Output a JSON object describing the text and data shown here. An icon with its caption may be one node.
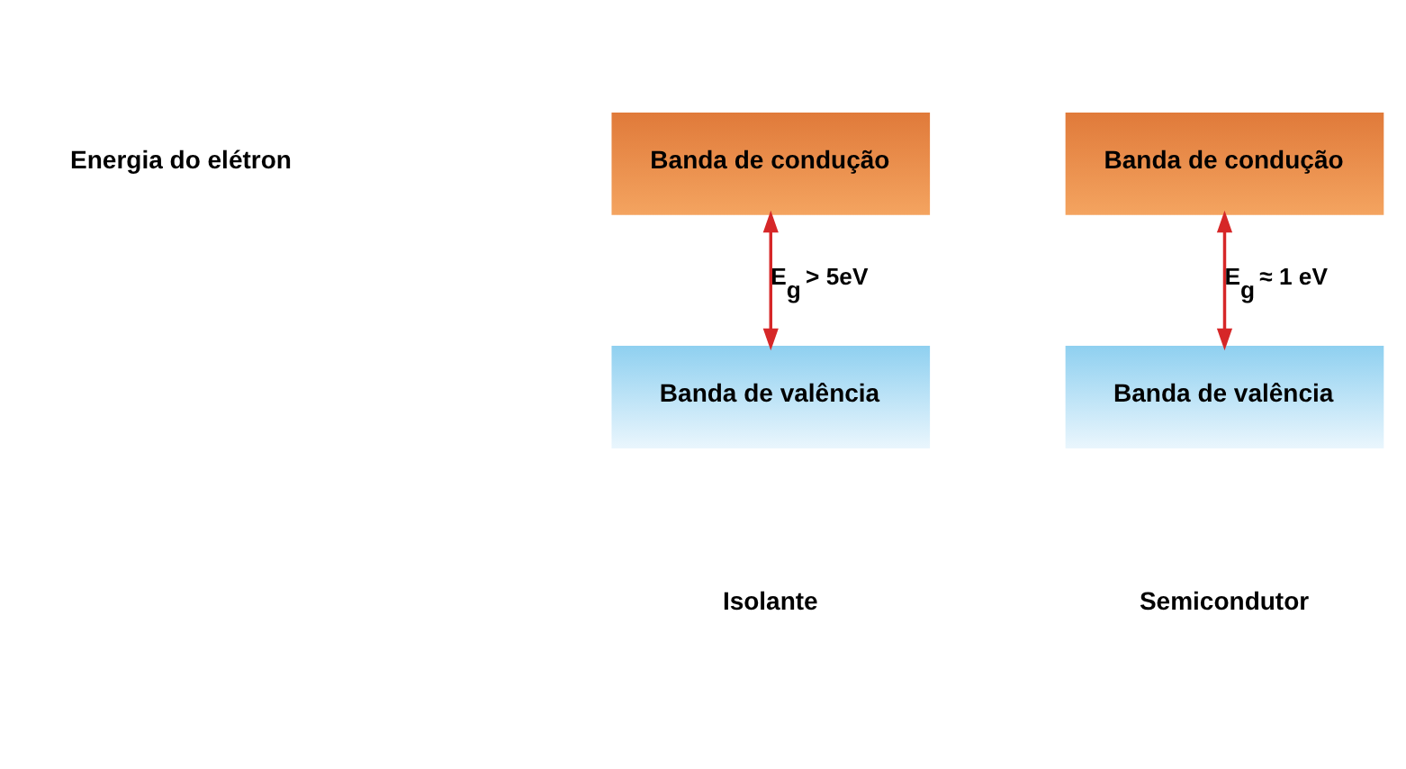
{
  "diagram": {
    "nodes": [
      {
        "text": [
          "Banda de condução"
        ]
      },
      {
        "text": [
          "Banda de valência"
        ]
      },
      {
        "text": [
          "Banda de condução"
        ]
      },
      {
        "text": [
          "Banda de valência"
        ]
      }
    ],
    "edges": [
      {
        "from": 0,
        "to": 1,
        "arrow": "both",
        "label": "E$_{g}$ > 5eV",
        "color": "#d62728"
      },
      {
        "from": 2,
        "to": 3,
        "arrow": "both",
        "label": "E$_{g}$ ≈ 1 eV",
        "color": "#d62728"
      }
    ],
    "labels": [
      "Energia do elétron",
      "Isolante",
      "Semicondutor"
    ]
  }
}
